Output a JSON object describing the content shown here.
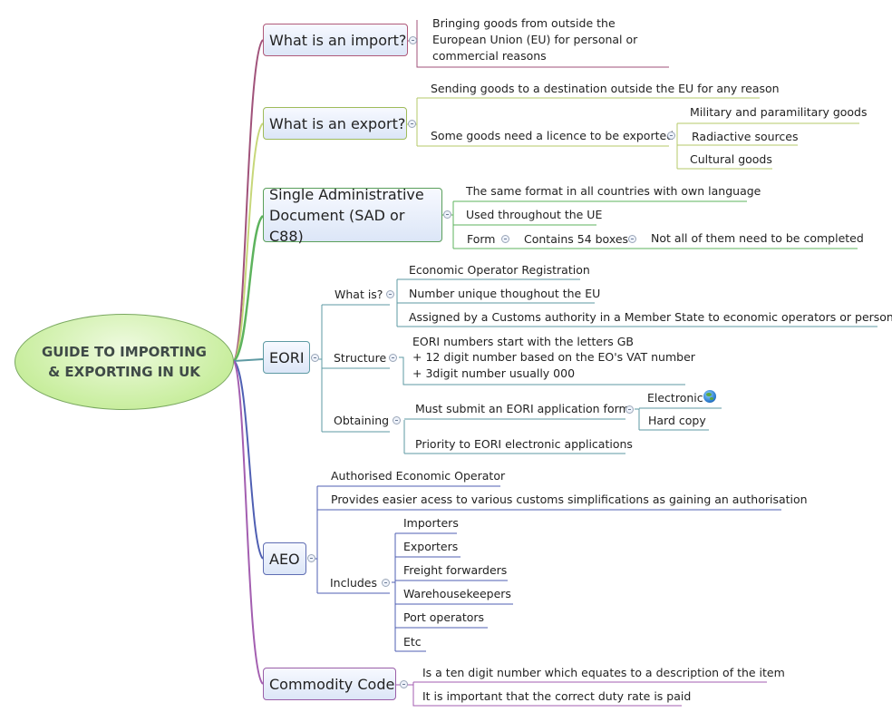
{
  "central": {
    "title": "GUIDE TO IMPORTING & EXPORTING IN UK"
  },
  "import": {
    "title": "What is an import?",
    "description": "Bringing goods from outside the European Union (EU) for personal or commercial reasons"
  },
  "export": {
    "title": "What is an export?",
    "destination": "Sending goods to a destination outside the EU for any reason",
    "licence": "Some goods need a licence to be exported",
    "licence_items": [
      "Military and paramilitary goods",
      "Radiactive sources",
      "Cultural goods"
    ]
  },
  "sad": {
    "title": "Single Administrative Document (SAD or C88)",
    "same_format": "The same format in all countries with own language",
    "used": "Used throughout the UE",
    "form": "Form",
    "boxes": "Contains 54 boxes",
    "not_all": "Not all of them need to be completed"
  },
  "eori": {
    "title": "EORI",
    "what_is": "What is?",
    "what_items": [
      "Economic Operator Registration",
      "Number unique thoughout the EU",
      "Assigned by a Customs authority in a Member State to economic operators or persons"
    ],
    "structure": "Structure",
    "structure_lines": [
      "EORI numbers start with the letters GB",
      "+ 12 digit number based on the EO's VAT number",
      "+ 3digit number usually 000"
    ],
    "obtaining": "Obtaining",
    "must_submit": "Must submit an EORI application form",
    "electronic": "Electronic",
    "hard_copy": "Hard copy",
    "priority": "Priority to EORI electronic applications"
  },
  "aeo": {
    "title": "AEO",
    "authorised": "Authorised Economic Operator",
    "provides": "Provides easier acess to various customs simplifications as gaining an authorisation",
    "includes": "Includes",
    "includes_items": [
      "Importers",
      "Exporters",
      "Freight forwarders",
      "Warehousekeepers",
      "Port operators",
      "Etc"
    ]
  },
  "commodity": {
    "title": "Commodity Code",
    "ten_digit": "Is a ten digit number which equates to a description of the item",
    "duty": "It is important that the correct duty rate is paid"
  },
  "colors": {
    "import": "#a0527a",
    "export": "#b5c96a",
    "sad": "#5db35d",
    "eori": "#5e9aa3",
    "aeo": "#4f5fb3",
    "commodity": "#a35eb0"
  }
}
